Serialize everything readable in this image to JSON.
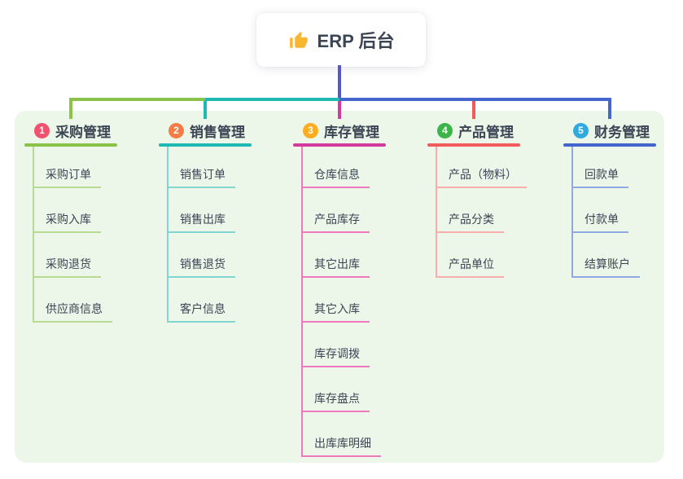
{
  "root": {
    "title": "ERP 后台",
    "icon": "thumbs-up-icon",
    "icon_color": "#F7B731",
    "connector_color": "#5457D0"
  },
  "colors": {
    "panel_bg": "#EDF7E9",
    "text": "#3B4554",
    "root_box_bg": "#FFFFFF"
  },
  "branches": [
    {
      "index": "1",
      "title": "采购管理",
      "circle_color": "#F0516E",
      "line_color": "#8BC34A",
      "child_line_color": "#B7DB90",
      "children": [
        "采购订单",
        "采购入库",
        "采购退货",
        "供应商信息"
      ]
    },
    {
      "index": "2",
      "title": "销售管理",
      "circle_color": "#F57D45",
      "line_color": "#1EB9B2",
      "child_line_color": "#83D5CF",
      "children": [
        "销售订单",
        "销售出库",
        "销售退货",
        "客户信息"
      ]
    },
    {
      "index": "3",
      "title": "库存管理",
      "circle_color": "#FFAD1F",
      "line_color": "#D43A9E",
      "child_line_color": "#EF79BE",
      "children": [
        "仓库信息",
        "产品库存",
        "其它出库",
        "其它入库",
        "库存调拨",
        "库存盘点",
        "出库库明细"
      ]
    },
    {
      "index": "4",
      "title": "产品管理",
      "circle_color": "#3BB54A",
      "line_color": "#F15B5B",
      "child_line_color": "#F8ACAC",
      "children": [
        "产品（物料）",
        "产品分类",
        "产品单位"
      ]
    },
    {
      "index": "5",
      "title": "财务管理",
      "circle_color": "#31A9DE",
      "line_color": "#4365CC",
      "child_line_color": "#92A9E0",
      "children": [
        "回款单",
        "付款单",
        "结算账户"
      ]
    }
  ]
}
